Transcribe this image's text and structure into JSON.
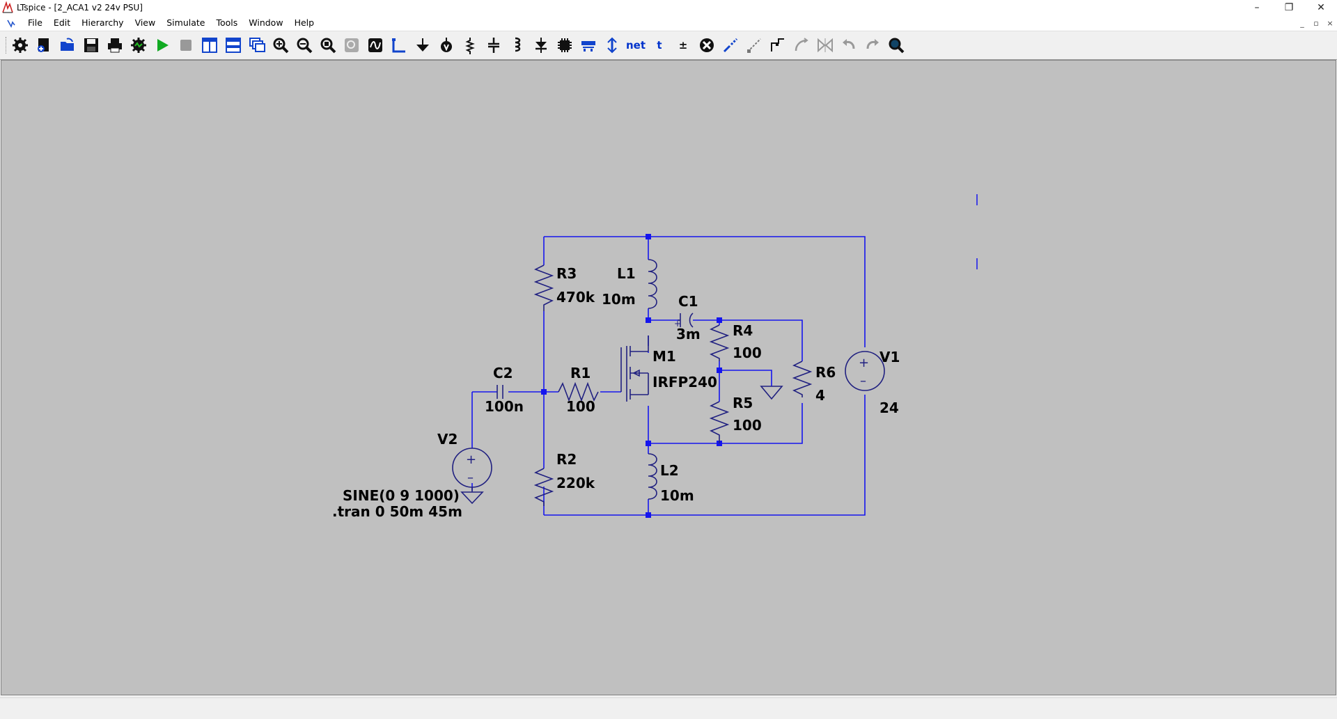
{
  "window": {
    "title": "LTspice - [2_ACA1 v2 24v PSU]",
    "minimize": "–",
    "restore": "❐",
    "close": "✕"
  },
  "menu": {
    "items": [
      "File",
      "Edit",
      "Hierarchy",
      "View",
      "Simulate",
      "Tools",
      "Window",
      "Help"
    ],
    "mdi_minimize": "_",
    "mdi_restore": "▫",
    "mdi_close": "×"
  },
  "toolbar": {
    "icons": [
      "settings-icon",
      "new-schematic-icon",
      "open-icon",
      "save-icon",
      "print-icon",
      "control-panel-icon",
      "run-icon",
      "halt-icon",
      "tile-vertical-icon",
      "tile-horizontal-icon",
      "cascade-icon",
      "zoom-in-icon",
      "zoom-out-icon",
      "zoom-fit-icon",
      "zoom-back-icon",
      "autorange-icon",
      "wire-icon",
      "ground-icon",
      "label-net-icon",
      "resistor-icon",
      "capacitor-icon",
      "inductor-icon",
      "diode-icon",
      "component-icon",
      "move-icon",
      "drag-icon",
      "net-label-icon",
      "text-icon",
      "spice-directive-icon",
      "delete-icon",
      "duplicate-icon",
      "paste-icon",
      "rotate-icon",
      "mirror-icon",
      "undo-icon",
      "redo-icon",
      "find-icon"
    ],
    "net_label": "net",
    "text_label": "t",
    "directive_label": "±"
  },
  "schematic": {
    "R3": {
      "name": "R3",
      "value": "470k"
    },
    "L1": {
      "name": "L1",
      "value": "10m"
    },
    "C1": {
      "name": "C1",
      "value": "3m",
      "polarity": "+"
    },
    "R4": {
      "name": "R4",
      "value": "100"
    },
    "M1": {
      "name": "M1",
      "value": "IRFP240"
    },
    "R6": {
      "name": "R6",
      "value": "4"
    },
    "V1": {
      "name": "V1",
      "value": "24"
    },
    "C2": {
      "name": "C2",
      "value": "100n"
    },
    "R1": {
      "name": "R1",
      "value": "100"
    },
    "R5": {
      "name": "R5",
      "value": "100"
    },
    "V2": {
      "name": "V2",
      "value": "SINE(0 9 1000)"
    },
    "R2": {
      "name": "R2",
      "value": "220k"
    },
    "L2": {
      "name": "L2",
      "value": "10m"
    },
    "directive": ".tran 0 50m 45m",
    "source_plus": "+",
    "source_minus": "–"
  },
  "colors": {
    "wire": "#1515ee",
    "canvas": "#c0c0c0",
    "component": "#202080"
  }
}
